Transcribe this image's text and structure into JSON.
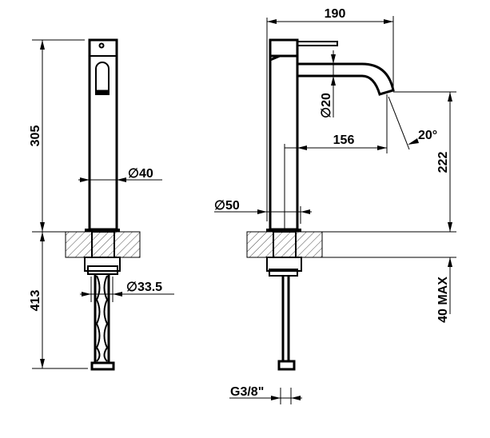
{
  "front_view": {
    "height_above_counter": "305",
    "height_below_counter": "413",
    "body_diameter": "∅40",
    "hose_diameter": "∅33.5"
  },
  "side_view": {
    "overall_depth": "190",
    "spout_reach": "156",
    "spout_diameter": "∅20",
    "spout_angle": "20°",
    "spout_height": "222",
    "base_diameter": "∅50",
    "counter_thickness": "40 MAX",
    "connection_thread": "G3/8\""
  }
}
